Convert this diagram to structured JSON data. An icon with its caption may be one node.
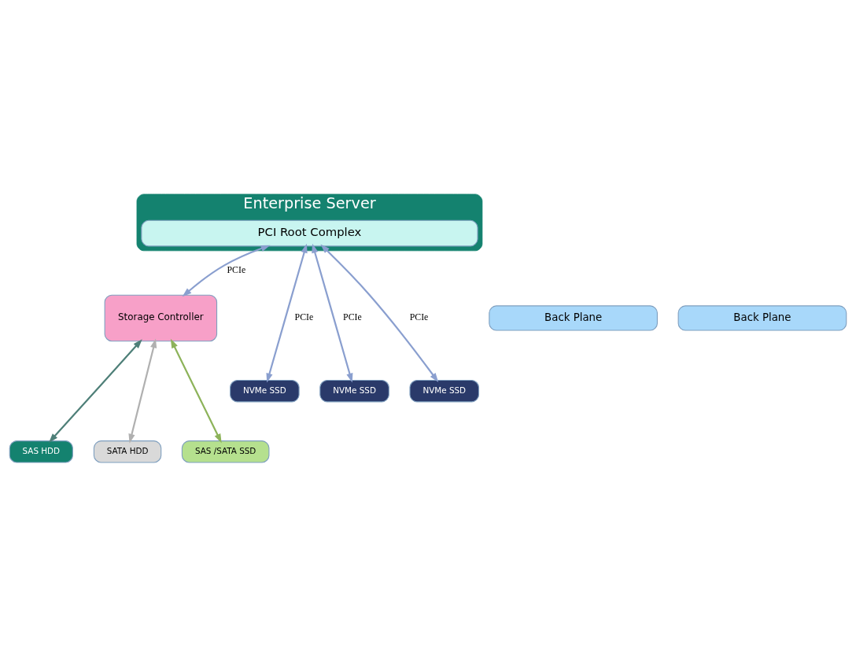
{
  "diagram": {
    "nodes": [
      {
        "text": [
          "Enterprise Server"
        ]
      },
      {
        "text": [
          "PCI Root Complex"
        ],
        "in": 0
      },
      {
        "text": [
          "Back Plane"
        ]
      },
      {
        "text": [
          "Storage Controller"
        ]
      },
      {
        "text": [
          "Back Plane"
        ]
      },
      {
        "text": [
          "NVMe SSD"
        ]
      },
      {
        "text": [
          "NVMe SSD"
        ]
      },
      {
        "text": [
          "NVMe SSD"
        ]
      },
      {
        "text": [
          "SAS HDD"
        ]
      },
      {
        "text": [
          "SATA HDD"
        ]
      },
      {
        "text": [
          "SAS /SATA SSD"
        ]
      }
    ],
    "edges": [
      {
        "from": 1,
        "to": 5,
        "arrow": "both",
        "label": "PCIe"
      },
      {
        "from": 1,
        "to": 6,
        "arrow": "both",
        "label": "PCIe"
      },
      {
        "from": 1,
        "to": 7,
        "arrow": "both",
        "label": "PCIe"
      },
      {
        "from": 1,
        "to": 3,
        "arrow": "both",
        "label": "PCIe"
      },
      {
        "from": 3,
        "to": 8,
        "arrow": "both",
        "color": "#4e7f78"
      },
      {
        "from": 3,
        "to": 9,
        "arrow": "both",
        "color": "#b0b0b0"
      },
      {
        "from": 3,
        "to": 10,
        "arrow": "both",
        "color": "#8db35a"
      }
    ]
  }
}
